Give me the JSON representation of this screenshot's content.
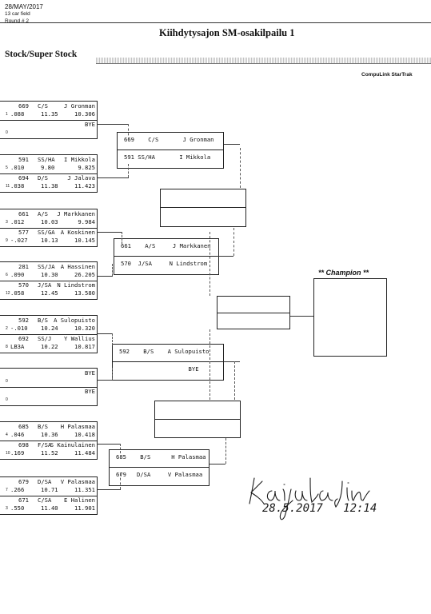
{
  "header": {
    "date": "28/MAY/2017",
    "field": "13 car field",
    "round": "Round # 2",
    "title": "Kiihdytysajon SM-osakilpailu 1",
    "class_name": "Stock/Super Stock",
    "vendor": "CompuLink StarTrak"
  },
  "round1": [
    {
      "top": {
        "car": "669",
        "cls": "C/S",
        "driver": "J Gronman",
        "lane": "1",
        "rt": ".088",
        "et": "11.35",
        "dial": "10.306"
      },
      "bottom": {
        "car": "",
        "cls": "",
        "driver": "BYE",
        "lane": "0",
        "rt": "",
        "et": "",
        "dial": ""
      }
    },
    {
      "top": {
        "car": "591",
        "cls": "SS/HA",
        "driver": "I Mikkola",
        "lane": "5",
        "rt": ".010",
        "et": "9.80",
        "dial": "9.825"
      },
      "bottom": {
        "car": "694",
        "cls": "D/S",
        "driver": "J Jalava",
        "lane": "11",
        "rt": ".038",
        "et": "11.38",
        "dial": "11.423"
      }
    },
    {
      "top": {
        "car": "661",
        "cls": "A/S",
        "driver": "J Markkanen",
        "lane": "3",
        "rt": ".012",
        "et": "10.03",
        "dial": "9.984"
      },
      "bottom": {
        "car": "577",
        "cls": "SS/GA",
        "driver": "A Koskinen",
        "lane": "9",
        "rt": "-.027",
        "et": "10.13",
        "dial": "10.145"
      }
    },
    {
      "top": {
        "car": "281",
        "cls": "SS/JA",
        "driver": "A Hassinen",
        "lane": "6",
        "rt": ".090",
        "et": "10.30",
        "dial": "26.205"
      },
      "bottom": {
        "car": "570",
        "cls": "J/SA",
        "driver": "N Lindstrom",
        "lane": "12",
        "rt": ".058",
        "et": "12.45",
        "dial": "13.580"
      }
    },
    {
      "top": {
        "car": "592",
        "cls": "B/S",
        "driver": "A Sulopuisto",
        "lane": "2",
        "rt": "-.010",
        "et": "10.24",
        "dial": "10.320"
      },
      "bottom": {
        "car": "692",
        "cls": "SS/J",
        "driver": "Y Wallius",
        "lane": "8",
        "rt": "LB3A",
        "et": "10.22",
        "dial": "10.817"
      }
    },
    {
      "top": {
        "car": "",
        "cls": "",
        "driver": "BYE",
        "lane": "0",
        "rt": "",
        "et": "",
        "dial": ""
      },
      "bottom": {
        "car": "",
        "cls": "",
        "driver": "BYE",
        "lane": "0",
        "rt": "",
        "et": "",
        "dial": ""
      }
    },
    {
      "top": {
        "car": "685",
        "cls": "B/S",
        "driver": "H Palasmaa",
        "lane": "4",
        "rt": ".046",
        "et": "10.36",
        "dial": "10.418"
      },
      "bottom": {
        "car": "698",
        "cls": "F/SA",
        "driver": "S Kainulainen",
        "lane": "10",
        "rt": ".169",
        "et": "11.52",
        "dial": "11.484"
      }
    },
    {
      "top": {
        "car": "679",
        "cls": "D/SA",
        "driver": "V Palasmaa",
        "lane": "7",
        "rt": ".266",
        "et": "10.71",
        "dial": "11.351"
      },
      "bottom": {
        "car": "671",
        "cls": "C/SA",
        "driver": "E Halinen",
        "lane": "3",
        "rt": ".550",
        "et": "11.40",
        "dial": "11.901"
      }
    }
  ],
  "round2": [
    {
      "top": "669    C/S       J Gronman",
      "bottom": "591 SS/HA       I Mikkola"
    },
    {
      "top": "661    A/S     J Markkanen",
      "bottom": "570  J/SA     N Lindstrom"
    },
    {
      "top": "592    B/S    A Sulopuisto",
      "bottom": "                    BYE"
    },
    {
      "top": "685    B/S      H Palasmaa",
      "bottom": "679   D/SA     V Palasmaa"
    }
  ],
  "champion_label": "** Champion **",
  "signature": {
    "name": "Kaijula Jimi",
    "datetime": "28.5.2017   12:14"
  }
}
